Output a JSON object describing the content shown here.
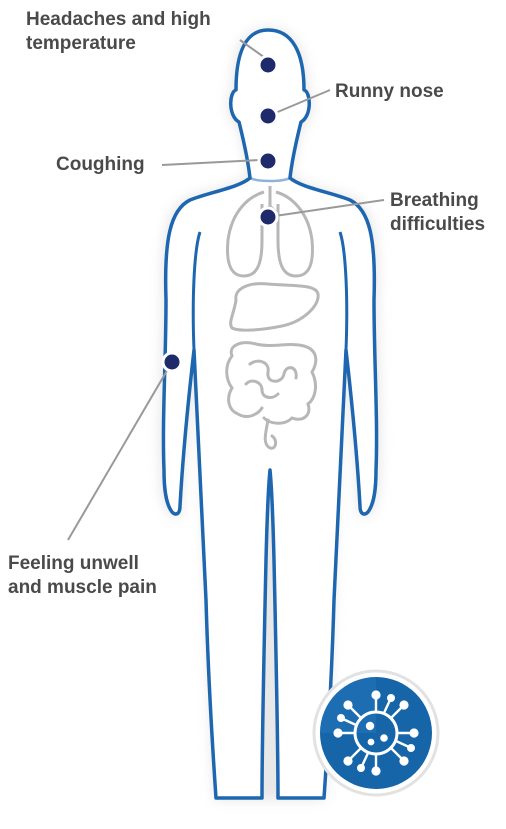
{
  "labels": {
    "headache_line1": "Headaches and high",
    "headache_line2": "temperature",
    "runny_nose": "Runny nose",
    "coughing": "Coughing",
    "breathing_line1": "Breathing",
    "breathing_line2": "difficulties",
    "muscle_line1": "Feeling unwell",
    "muscle_line2": "and muscle pain"
  },
  "colors": {
    "body_outline": "#1e67b0",
    "body_fill": "#ffffff",
    "organ_outline": "#b7b7b7",
    "marker": "#1f2a6b",
    "leader_line": "#999999",
    "label_text": "#4a4a4a",
    "virus_badge": "#1565a8"
  },
  "icons": {
    "virus": "virus-icon"
  }
}
